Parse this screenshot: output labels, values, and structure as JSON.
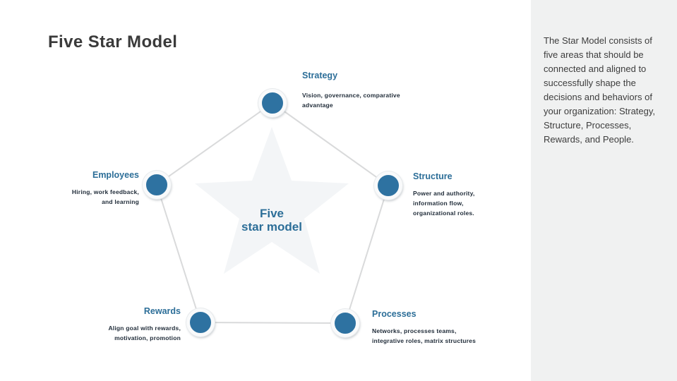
{
  "page": {
    "title": "Five Star Model"
  },
  "sidebar": {
    "description": "The Star Model consists of five areas that should be connected and aligned to successfully shape the decisions and behaviors of your organization: Strategy, Structure, Processes, Rewards, and People."
  },
  "diagram": {
    "center_label": {
      "line1": "Five",
      "line2": "star model"
    },
    "nodes": [
      {
        "id": "strategy",
        "label": "Strategy",
        "desc_lines": [
          "Vision, governance, comparative",
          "advantage"
        ]
      },
      {
        "id": "employees",
        "label": "Employees",
        "desc_lines": [
          "Hiring, work feedback,",
          "and learning"
        ]
      },
      {
        "id": "structure",
        "label": "Structure",
        "desc_lines": [
          "Power and authority,",
          "information flow,",
          "organizational roles."
        ]
      },
      {
        "id": "rewards",
        "label": "Rewards",
        "desc_lines": [
          "Align goal with rewards,",
          "motivation, promotion"
        ]
      },
      {
        "id": "processes",
        "label": "Processes",
        "desc_lines": [
          "Networks, processes teams,",
          "integrative roles, matrix structures"
        ]
      }
    ],
    "colors": {
      "node_fill": "#2e72a1",
      "heading_accent": "#2c6e98",
      "connector_line": "#d9dadb",
      "sidebar_background": "#f0f1f1",
      "title_text": "#3a3a3a"
    }
  }
}
